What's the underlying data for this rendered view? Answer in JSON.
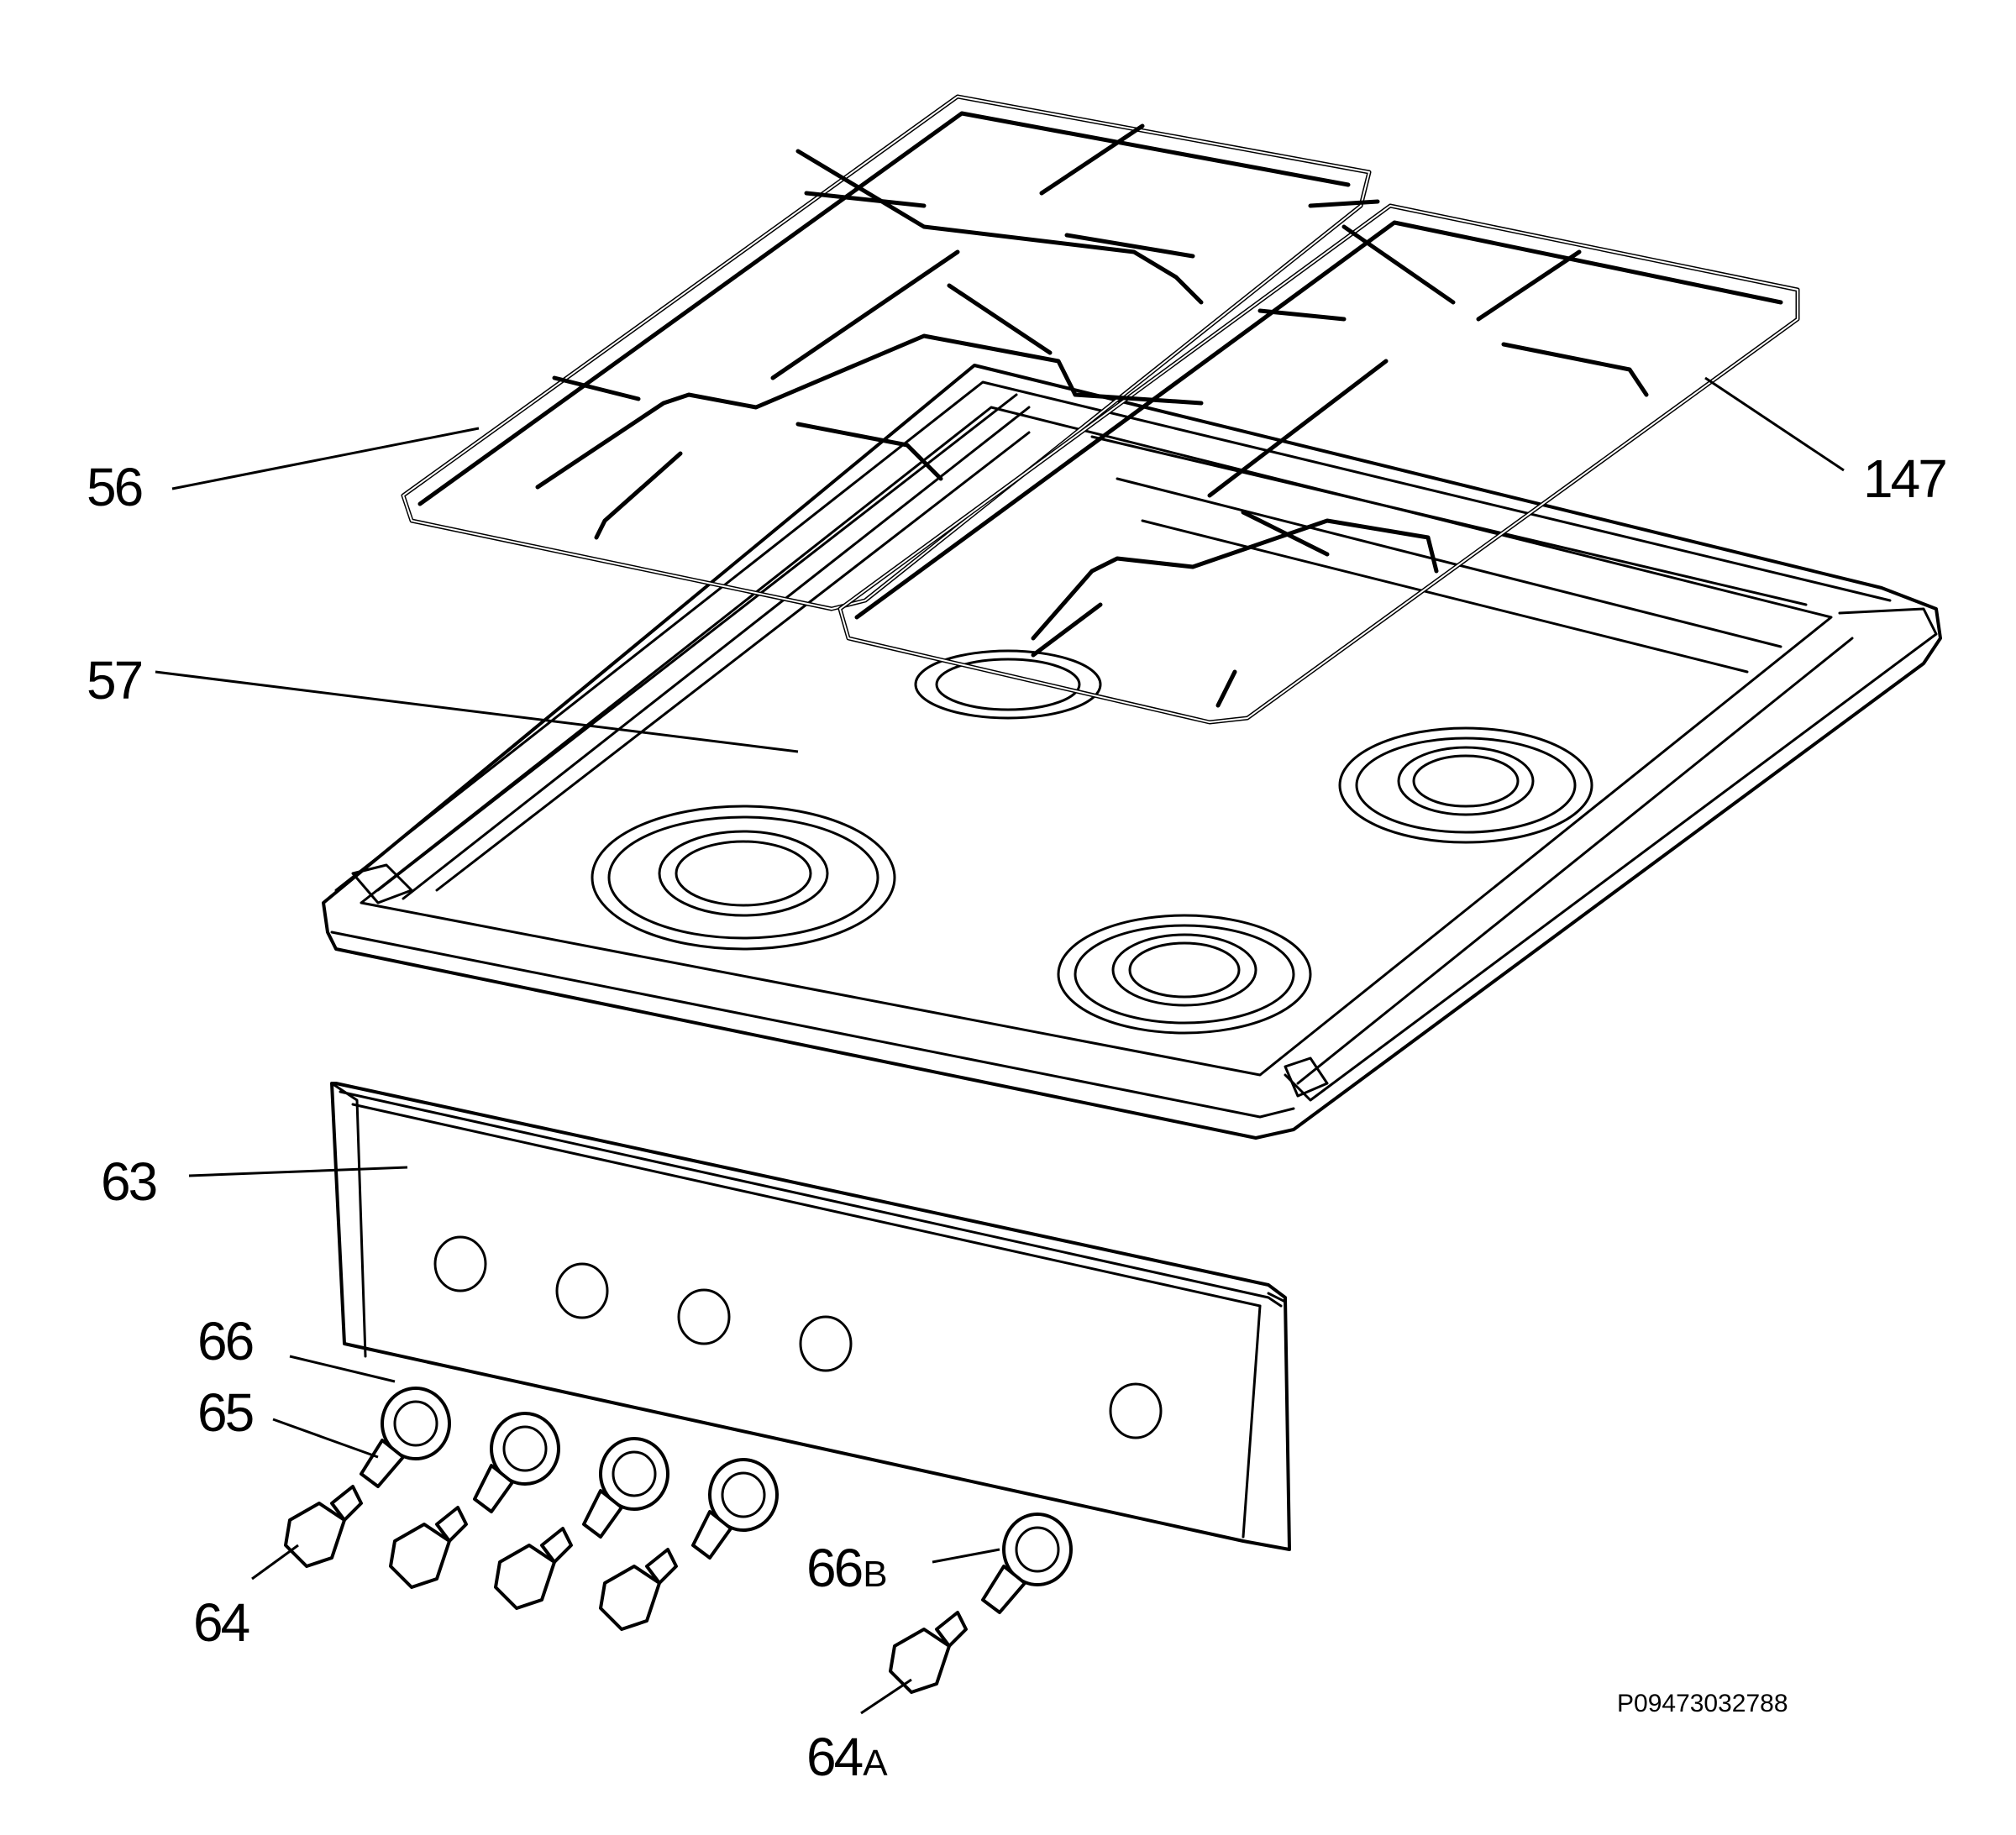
{
  "diagram": {
    "callouts": [
      {
        "id": "56",
        "text": "56",
        "suffix": ""
      },
      {
        "id": "147",
        "text": "147",
        "suffix": ""
      },
      {
        "id": "57",
        "text": "57",
        "suffix": ""
      },
      {
        "id": "63",
        "text": "63",
        "suffix": ""
      },
      {
        "id": "66",
        "text": "66",
        "suffix": ""
      },
      {
        "id": "65",
        "text": "65",
        "suffix": ""
      },
      {
        "id": "64",
        "text": "64",
        "suffix": ""
      },
      {
        "id": "66B",
        "text": "66",
        "suffix": "B"
      },
      {
        "id": "64A",
        "text": "64",
        "suffix": "A"
      }
    ],
    "reference_code": "P09473032788"
  }
}
